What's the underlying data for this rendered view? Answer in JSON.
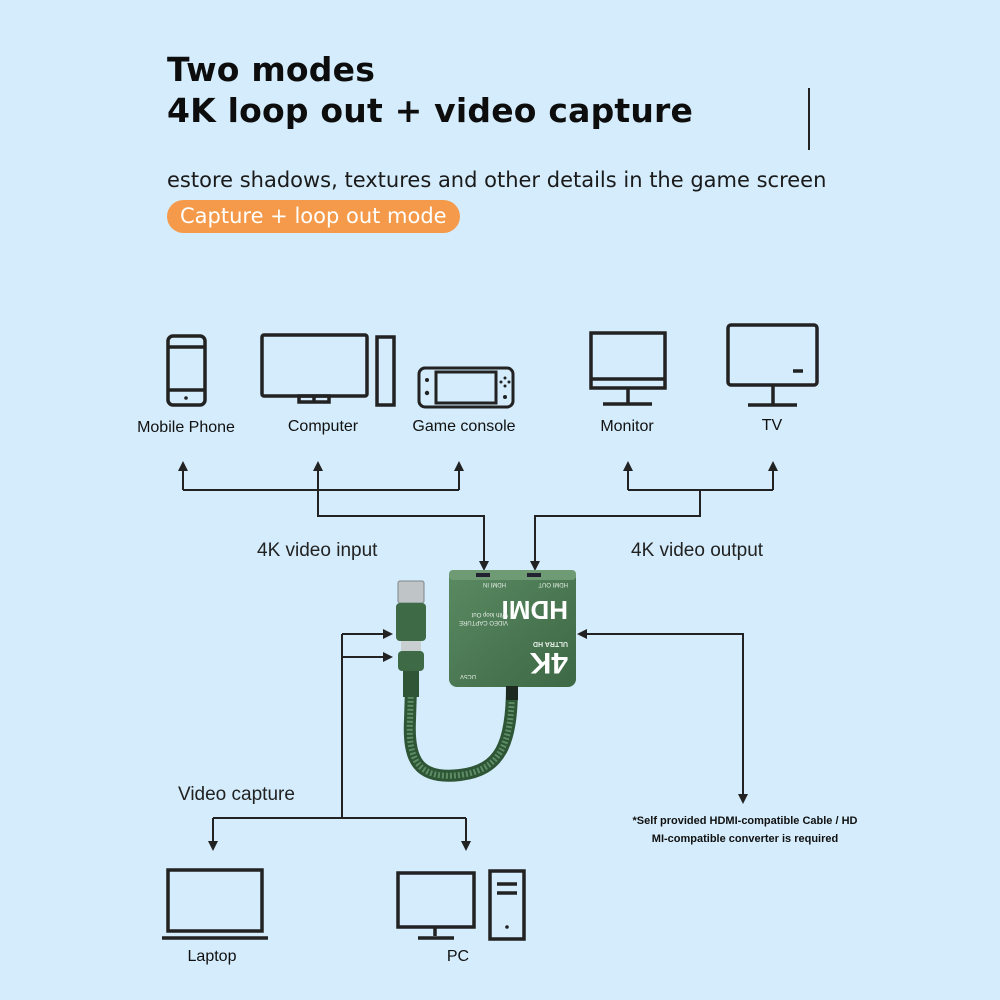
{
  "header": {
    "title_line1": "Two modes",
    "title_line2": "4K loop out + video capture",
    "subtitle": "estore shadows, textures and other details in the game screen",
    "mode_pill": "Capture + loop out mode"
  },
  "input_devices": [
    {
      "label": "Mobile Phone",
      "icon": "mobile-phone-icon"
    },
    {
      "label": "Computer",
      "icon": "computer-icon"
    },
    {
      "label": "Game console",
      "icon": "game-console-icon"
    }
  ],
  "output_devices": [
    {
      "label": "Monitor",
      "icon": "monitor-icon"
    },
    {
      "label": "TV",
      "icon": "tv-icon"
    }
  ],
  "capture_devices": [
    {
      "label": "Laptop",
      "icon": "laptop-icon"
    },
    {
      "label": "PC",
      "icon": "pc-icon"
    }
  ],
  "flows": {
    "input": "4K video input",
    "output": "4K video output",
    "capture": "Video capture"
  },
  "device": {
    "port_in": "HDMI IN",
    "port_out": "HDMI OUT",
    "brand": "HDMI",
    "sub": "VIDEO CAPTURE",
    "sub2": "With loop Out",
    "resolution": "4K",
    "res_sub": "ULTRA HD",
    "power": "DC5V",
    "body_color": "#4a7a52",
    "cable_color": "#3f6a46"
  },
  "note": {
    "line1": "*Self provided HDMI-compatible Cable / HD",
    "line2": "MI-compatible converter is required"
  },
  "colors": {
    "background": "#d4ecfb",
    "pill": "#f49a4a",
    "line": "#222222"
  }
}
